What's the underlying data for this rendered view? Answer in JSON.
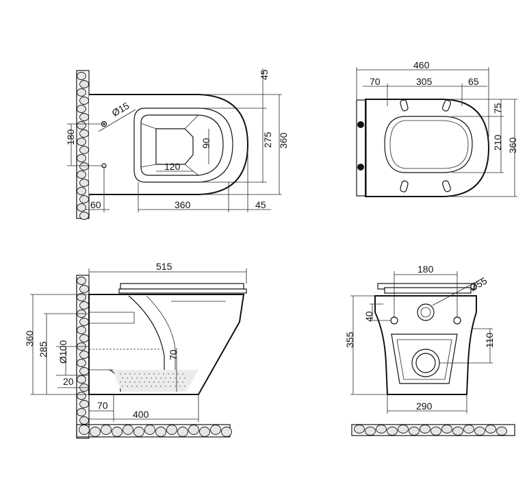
{
  "views": {
    "top_left": {
      "dims": {
        "d45_top": "45",
        "d15": "Ø15",
        "d180": "180",
        "d90": "90",
        "d275": "275",
        "d360_right": "360",
        "d120": "120",
        "d60": "60",
        "d360_bottom": "360",
        "d45_bottom": "45"
      }
    },
    "top_right": {
      "dims": {
        "d460": "460",
        "d70": "70",
        "d305": "305",
        "d65": "65",
        "d75": "75",
        "d210": "210",
        "d360": "360"
      }
    },
    "bottom_left": {
      "dims": {
        "d515": "515",
        "d360": "360",
        "d285": "285",
        "d100": "Ø100",
        "d70_inner": "70",
        "d20": "20",
        "d70_bottom": "70",
        "d400": "400"
      }
    },
    "bottom_right": {
      "dims": {
        "d180": "180",
        "d55": "Ø55",
        "d40": "40",
        "d355": "355",
        "d110": "110",
        "d290": "290"
      }
    }
  }
}
